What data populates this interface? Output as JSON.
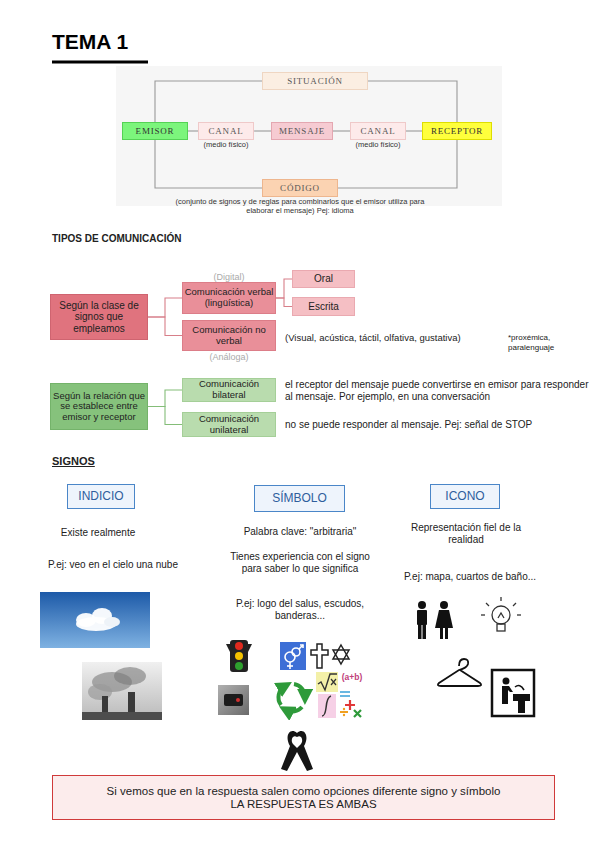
{
  "diagram": {
    "title": "TEMA 1",
    "nodes": [
      {
        "text": [
          "SITUACIÓN"
        ]
      },
      {
        "text": [
          "EMISOR"
        ]
      },
      {
        "text": [
          "CANAL",
          "(medio físico)"
        ]
      },
      {
        "text": [
          "MENSAJE"
        ]
      },
      {
        "text": [
          "CANAL",
          "(medio físico)"
        ]
      },
      {
        "text": [
          "RECEPTOR"
        ]
      },
      {
        "text": [
          "CÓDIGO",
          "(conjunto de signos y de reglas para combinarlos que el emisor utiliza para elaborar el mensaje) Pej: idioma"
        ]
      },
      {
        "text": [
          "Según la clase de signos que empleamos"
        ]
      },
      {
        "text": [
          "(Digital)",
          "Comunicación verbal (lingüística)"
        ]
      },
      {
        "text": [
          "Oral"
        ]
      },
      {
        "text": [
          "Escrita"
        ]
      },
      {
        "text": [
          "Comunicación no verbal",
          "(Análoga)"
        ]
      },
      {
        "text": [
          "Según la relación que se establece entre emisor y receptor"
        ]
      },
      {
        "text": [
          "Comunicación bilateral"
        ]
      },
      {
        "text": [
          "Comunicación unilateral"
        ]
      },
      {
        "text": [
          "INDICIO"
        ]
      },
      {
        "text": [
          "SÍMBOLO"
        ]
      },
      {
        "text": [
          "ICONO"
        ]
      },
      {
        "text": [
          "Si vemos que en la respuesta salen como opciones diferente signo y símbolo",
          "LA RESPUESTA ES AMBAS"
        ]
      }
    ],
    "edges": [
      {
        "from": 1,
        "to": 2,
        "arrow": "none"
      },
      {
        "from": 2,
        "to": 3,
        "arrow": "none"
      },
      {
        "from": 3,
        "to": 4,
        "arrow": "none"
      },
      {
        "from": 4,
        "to": 5,
        "arrow": "none"
      },
      {
        "from": 1,
        "to": 0,
        "arrow": "none"
      },
      {
        "from": 1,
        "to": 6,
        "arrow": "none"
      },
      {
        "from": 5,
        "to": 0,
        "arrow": "none"
      },
      {
        "from": 5,
        "to": 6,
        "arrow": "none"
      },
      {
        "from": 7,
        "to": 8,
        "arrow": "none"
      },
      {
        "from": 7,
        "to": 11,
        "arrow": "none"
      },
      {
        "from": 8,
        "to": 9,
        "arrow": "none"
      },
      {
        "from": 8,
        "to": 10,
        "arrow": "none"
      },
      {
        "from": 12,
        "to": 13,
        "arrow": "none"
      },
      {
        "from": 12,
        "to": 14,
        "arrow": "none"
      }
    ],
    "labels": [
      "TIPOS DE COMUNICACIÓN",
      "(Visual, acústica, táctil, olfativa, gustativa)",
      "*proxémica, paralenguaje",
      "el receptor del mensaje puede convertirse en emisor para responder al mensaje. Por ejemplo, en una conversación",
      "no se puede responder al mensaje. Pej: señal de STOP",
      "SIGNOS",
      "Existe realmente",
      "P.ej: veo en el cielo una nube",
      "Palabra clave: \"arbitraria\"",
      "Tienes experiencia con el signo para saber lo que significa",
      "P.ej: logo del salus, escudos, banderas...",
      "Representación fiel de la realidad",
      "P.ej: mapa, cuartos de baño...",
      "(a+b)"
    ]
  }
}
